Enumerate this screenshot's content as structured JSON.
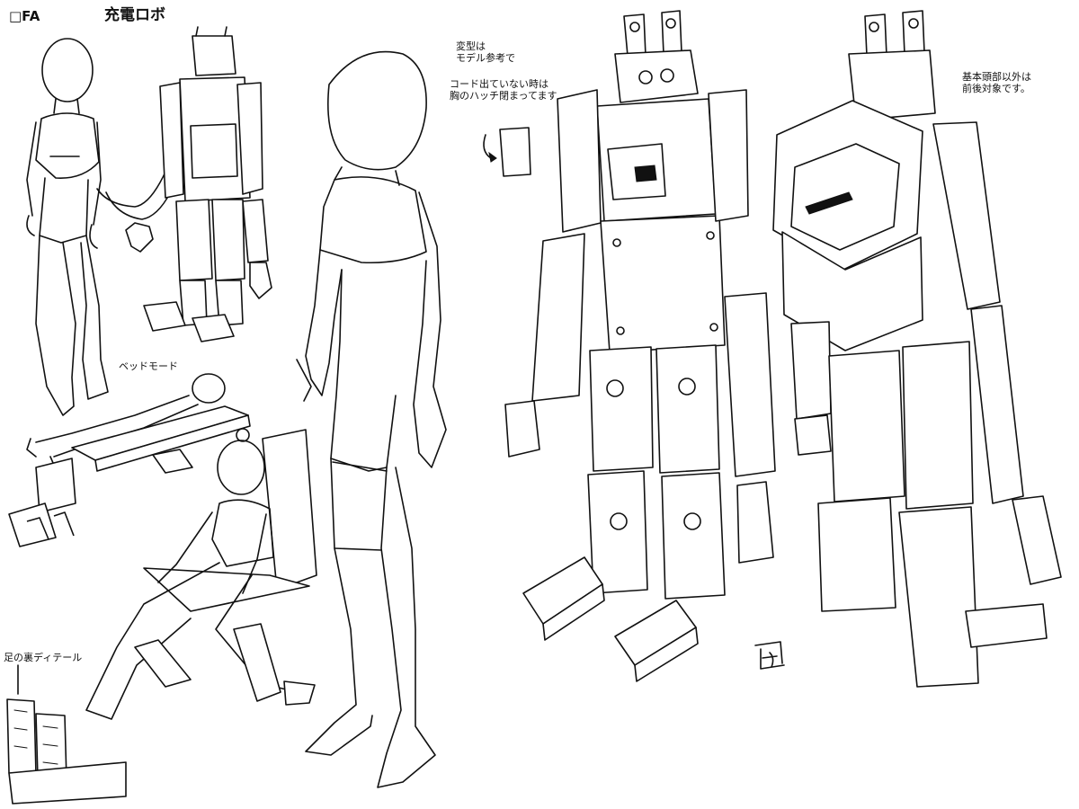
{
  "sheet": {
    "code": "□FA",
    "title": "充電ロボ",
    "labels": {
      "bed_mode": "ベッドモード",
      "transform_note": [
        "変型は",
        "モデル参考で"
      ],
      "hatch_note": [
        "コード出ていない時は",
        "胸のハッチ閉まってます"
      ],
      "symmetry_note": [
        "基本頭部以外は",
        "前後対象です。"
      ],
      "sole_detail": "足の裏ディテール"
    }
  }
}
